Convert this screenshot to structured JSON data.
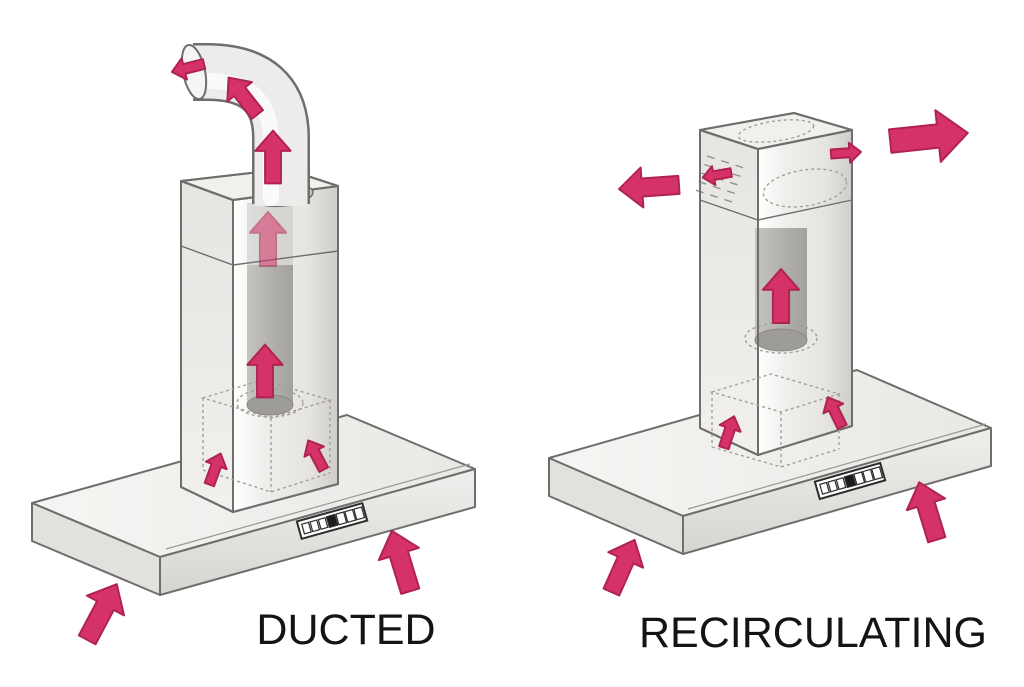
{
  "units": [
    {
      "id": "ducted",
      "label": "DUCTED",
      "control_panel": {
        "buttons": 7,
        "dark_button_index": 3
      },
      "airflow_arrows": {
        "count": 9,
        "description": "air drawn up from below into hood, up the chimney and out through the curved duct elbow"
      }
    },
    {
      "id": "recirculating",
      "label": "RECIRCULATING",
      "control_panel": {
        "buttons": 7,
        "dark_button_index": 3
      },
      "airflow_arrows": {
        "count": 9,
        "description": "air drawn up from below into hood and vented back into the room through louvers at the chimney top"
      }
    }
  ],
  "icons": {
    "airflow-arrow": "solid block arrow",
    "vent-louvers-icon": "rows of short dashes"
  },
  "colors": {
    "background": "#ffffff",
    "arrow_fill": "#d5326a",
    "arrow_outline": "#b0234f",
    "line": "#6f6e6c",
    "label_text": "#141414",
    "panel_dark_button": "#1d1d1d",
    "metal_face_light": "#f6f5f3",
    "metal_face_dark": "#cfcdc8",
    "filter_grey": "#aaa8a3"
  }
}
